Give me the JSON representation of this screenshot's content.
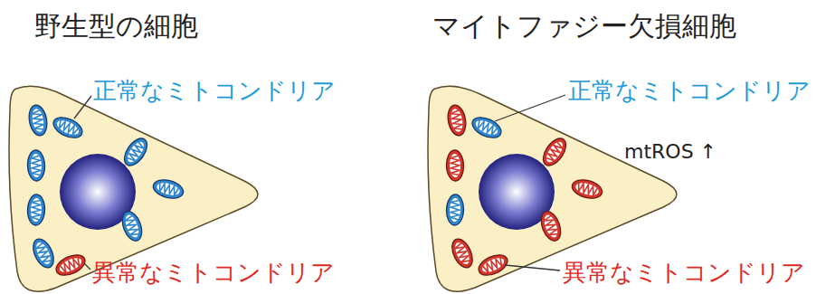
{
  "diagram": {
    "nodes": [
      {
        "text": [
          "野生型の細胞"
        ]
      },
      {
        "text": [
          "マイトファジー欠損細胞"
        ]
      }
    ],
    "labels": [
      "正常なミトコンドリア",
      "異常なミトコンドリア",
      "正常なミトコンドリア",
      "mtROS ↑",
      "異常なミトコンドリア"
    ]
  }
}
